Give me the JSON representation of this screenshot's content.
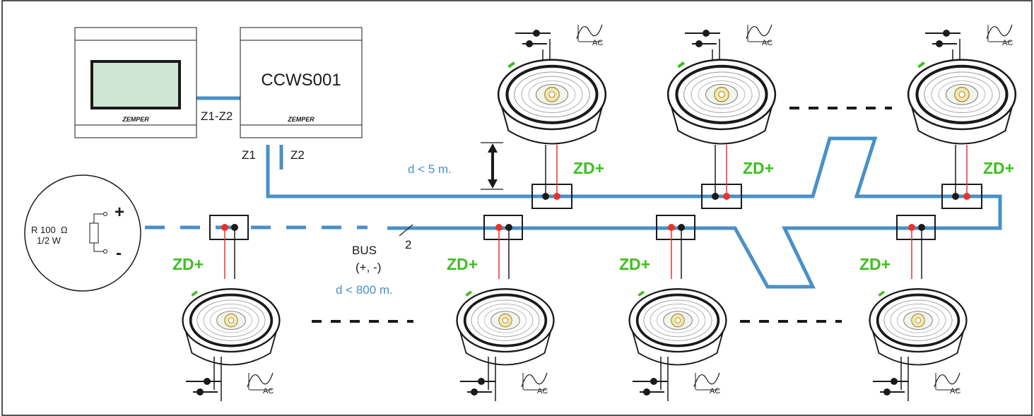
{
  "controller": {
    "brand": "ZEMPER",
    "model": "CCWS001",
    "link_label": "Z1-Z2",
    "zone1_label": "Z1",
    "zone2_label": "Z2"
  },
  "terminator": {
    "resistance": "R 100  Ω",
    "power": "1/2 W",
    "plus": "+",
    "minus": "-"
  },
  "bus": {
    "label": "BUS",
    "polarity": "(+, -)",
    "wires": "2",
    "max_length": "d < 800 m."
  },
  "drop_distance": "d < 5 m.",
  "luminaire_label": "ZD+",
  "power_symbol_label": "AC",
  "colors": {
    "bus": "#4a90c8",
    "label_green": "#3dbf1e",
    "wire_red": "#e8332a",
    "wire_black": "#1a1a1a"
  }
}
